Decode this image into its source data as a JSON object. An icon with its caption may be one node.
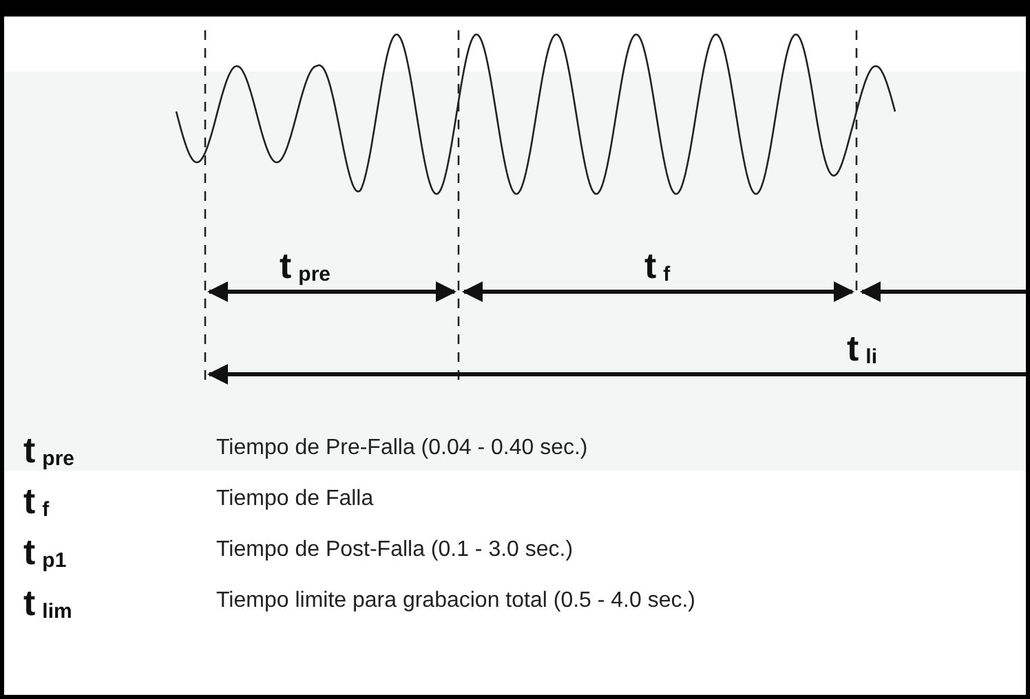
{
  "diagram": {
    "labels": [
      "t$_{pre}$",
      "t$_{f}$",
      "t$_{li}$",
      "t$_{pre}$",
      "Tiempo de Pre-Falla (0.04 - 0.40 sec.)",
      "t$_{f}$",
      "Tiempo de Falla",
      "t$_{p1}$",
      "Tiempo de Post-Falla  (0.1 - 3.0 sec.)",
      "t$_{lim}$",
      "Tiempo limite para grabacion total (0.5 - 4.0 sec.)"
    ]
  }
}
